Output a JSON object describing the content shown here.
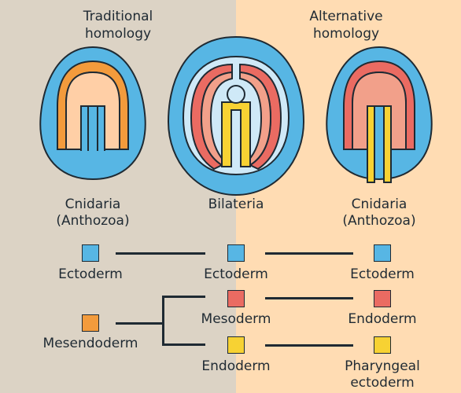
{
  "colors": {
    "left_background": "#dcd3c5",
    "right_background": "#ffdcb3",
    "ectoderm": "#57b6e4",
    "mesendoderm": "#f39b3c",
    "mesoderm": "#ea6b62",
    "endoderm": "#f7d233",
    "outline": "#1f2a33"
  },
  "headings": {
    "left_line1": "Traditional",
    "left_line2": "homology",
    "right_line1": "Alternative",
    "right_line2": "homology"
  },
  "organisms": {
    "left_line1": "Cnidaria",
    "left_line2": "(Anthozoa)",
    "center": "Bilateria",
    "right_line1": "Cnidaria",
    "right_line2": "(Anthozoa)"
  },
  "layers": {
    "left_ectoderm": "Ectoderm",
    "left_mesendoderm": "Mesendoderm",
    "center_ectoderm": "Ectoderm",
    "center_mesoderm": "Mesoderm",
    "center_endoderm": "Endoderm",
    "right_ectoderm": "Ectoderm",
    "right_endoderm": "Endoderm",
    "right_pharyngeal_line1": "Pharyngeal",
    "right_pharyngeal_line2": "ectoderm"
  }
}
